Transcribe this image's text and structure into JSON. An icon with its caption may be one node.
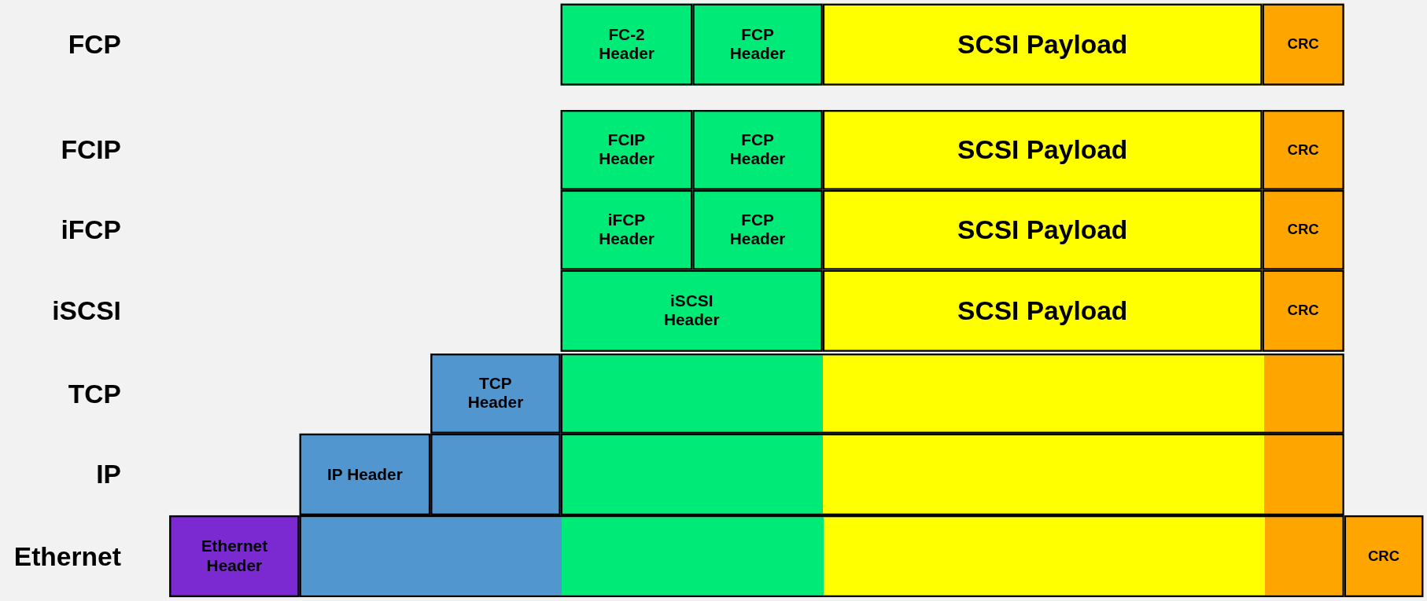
{
  "diagram": {
    "nodes": [
      {
        "text": [
          "FC-2 Header"
        ]
      },
      {
        "text": [
          "FCP Header"
        ]
      },
      {
        "text": [
          "SCSI Payload"
        ]
      },
      {
        "text": [
          "CRC"
        ]
      },
      {
        "text": [
          "FCIP Header"
        ]
      },
      {
        "text": [
          "FCP Header"
        ]
      },
      {
        "text": [
          "SCSI Payload"
        ]
      },
      {
        "text": [
          "CRC"
        ]
      },
      {
        "text": [
          "iFCP Header"
        ]
      },
      {
        "text": [
          "FCP Header"
        ]
      },
      {
        "text": [
          "SCSI Payload"
        ]
      },
      {
        "text": [
          "CRC"
        ]
      },
      {
        "text": [
          "iSCSI Header"
        ]
      },
      {
        "text": [
          "SCSI Payload"
        ]
      },
      {
        "text": [
          "CRC"
        ]
      },
      {
        "text": [
          "TCP Header"
        ]
      },
      {
        "text": [],
        "shape": "box"
      },
      {
        "text": [
          "IP Header"
        ]
      },
      {
        "text": [],
        "shape": "box"
      },
      {
        "text": [],
        "shape": "box"
      },
      {
        "text": [
          "Ethernet Header"
        ]
      },
      {
        "text": [],
        "shape": "box"
      },
      {
        "text": [
          "CRC"
        ]
      }
    ],
    "edges": [],
    "labels": [
      "FCP",
      "FCIP",
      "iFCP",
      "iSCSI",
      "TCP",
      "IP",
      "Ethernet"
    ]
  }
}
